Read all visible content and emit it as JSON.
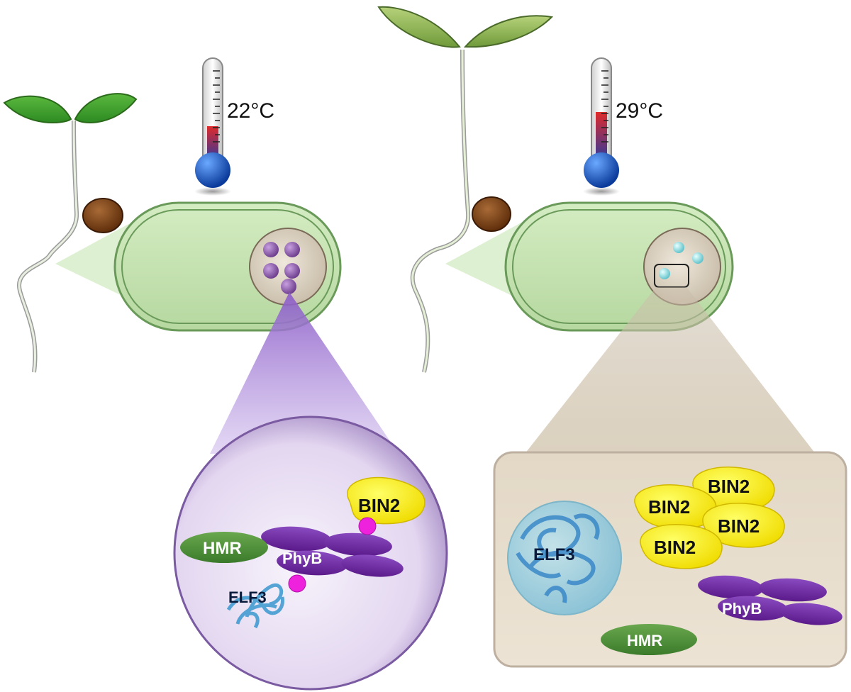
{
  "left_panel": {
    "temperature": "22°C",
    "labels": {
      "bin2": "BIN2",
      "hmr": "HMR",
      "phyb": "PhyB",
      "elf3": "ELF3"
    }
  },
  "right_panel": {
    "temperature": "29°C",
    "labels": {
      "bin2_1": "BIN2",
      "bin2_2": "BIN2",
      "bin2_3": "BIN2",
      "bin2_4": "BIN2",
      "elf3": "ELF3",
      "phyb": "PhyB",
      "hmr": "HMR"
    }
  },
  "colors": {
    "cell_fill": "#c5e2b0",
    "cell_border": "#6a9a5a",
    "leaf": "#3a9a2a",
    "seed": "#7a3d10",
    "bin2": "#ffee00",
    "phyb": "#6a2a9a",
    "hmr": "#4f8a3a",
    "phospho": "#ee22dd",
    "elf3": "#6ab8e0",
    "nucleus_left": "#e6dcf2",
    "nucleus_right_box": "#e7dcca"
  }
}
